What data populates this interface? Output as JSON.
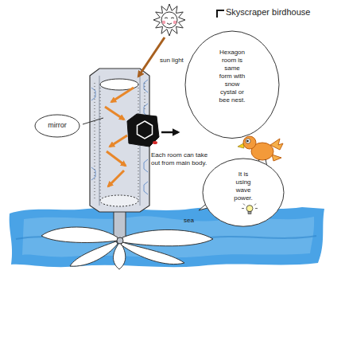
{
  "diagram": {
    "title": "Skyscraper birdhouse",
    "nodes": [
      {
        "text": [
          "mirror"
        ]
      },
      {
        "text": [
          "Hexagon room is same form with snow cystal or bee nest."
        ]
      },
      {
        "text": [
          "It is using wave power."
        ]
      }
    ],
    "labels": [
      "sun light",
      "Each room can take out from main body.",
      "sea"
    ]
  }
}
